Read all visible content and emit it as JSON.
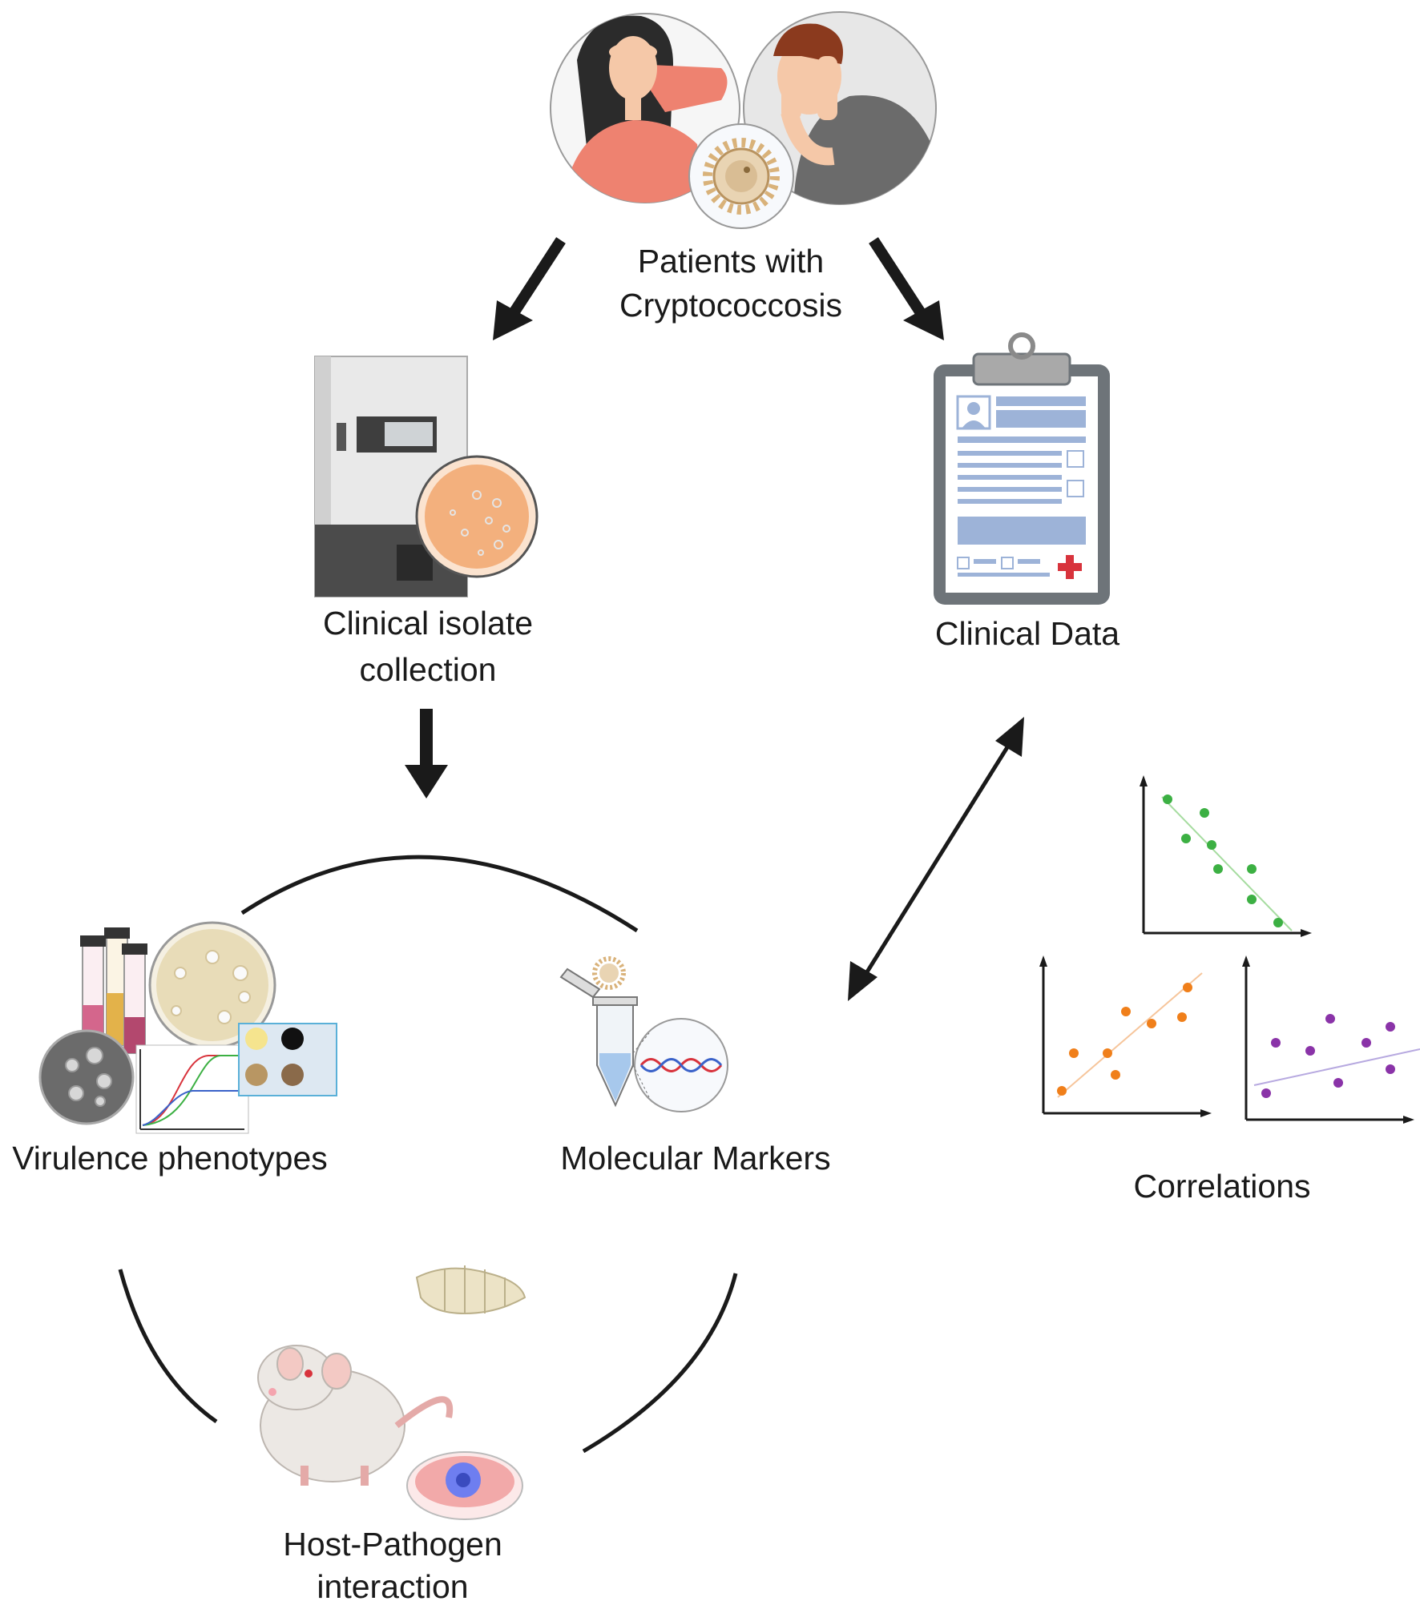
{
  "nodes": {
    "patients": {
      "line1": "Patients with",
      "line2": "Cryptococcosis"
    },
    "isolates": {
      "line1": "Clinical isolate",
      "line2": "collection"
    },
    "clinical_data": {
      "label": "Clinical Data"
    },
    "virulence": {
      "label": "Virulence phenotypes"
    },
    "molecular": {
      "label": "Molecular Markers"
    },
    "host_pathogen": {
      "line1": "Host-Pathogen",
      "line2": "interaction"
    },
    "correlations": {
      "label": "Correlations"
    }
  },
  "colors": {
    "arrow": "#1a1a1a",
    "shirt_woman": "#ee8270",
    "shirt_man": "#6b6b6b",
    "fungus": "#d9b27a",
    "petri_orange": "#f3b07d",
    "clipboard_frame": "#6e7479",
    "clipboard_lines": "#9db3d8",
    "red_cross": "#d8333c",
    "scatter_green": "#3cb043",
    "scatter_orange": "#f07f1a",
    "scatter_purple": "#8a33a8",
    "mouse_body": "#ece8e4",
    "tissue_pink": "#f2a9a9",
    "cell_blue": "#6e7ef0"
  }
}
